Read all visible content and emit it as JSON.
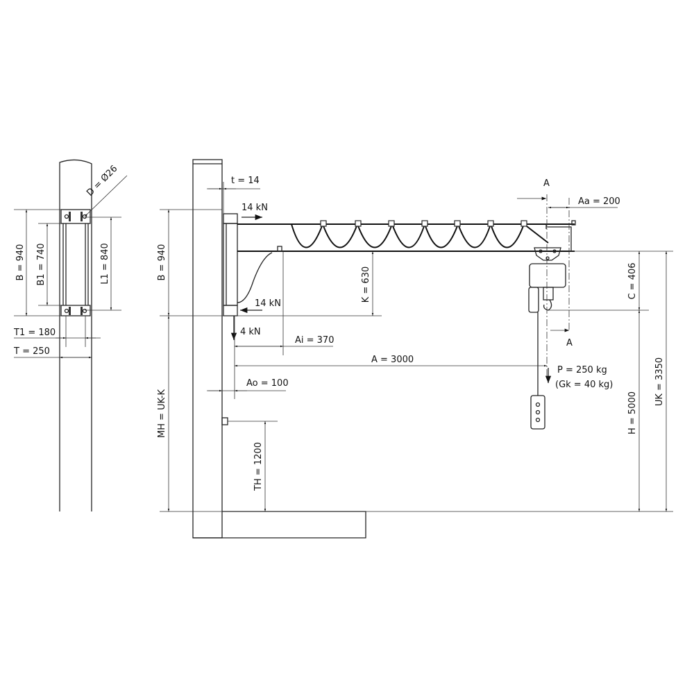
{
  "side_view": {
    "d_label": "D = Ø26",
    "b_label": "B = 940",
    "b1_label": "B1 = 740",
    "l1_label": "L1 = 840",
    "t1_label": "T1 = 180",
    "t_label": "T = 250"
  },
  "front_view": {
    "t_label": "t = 14",
    "force_top": "14 kN",
    "force_bottom": "14 kN",
    "force_vertical": "4 kN",
    "b_label": "B = 940",
    "mh_label": "MH = UK-K",
    "k_label": "K = 630",
    "ai_label": "Ai = 370",
    "a_label": "A = 3000",
    "ao_label": "Ao = 100",
    "th_label": "TH = 1200",
    "section_top": "A",
    "section_bottom": "A",
    "aa_label": "Aa = 200",
    "load_label": "P = 250 kg",
    "weight_label": "(Gk = 40 kg)",
    "c_label": "C = 406",
    "h_label": "H = 5000",
    "uk_label": "UK = 3350"
  }
}
